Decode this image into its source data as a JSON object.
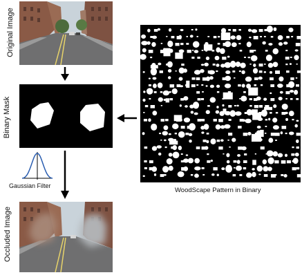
{
  "labels": {
    "original_image": "Original Image",
    "binary_mask": "Binary Mask",
    "occluded_image": "Occluded Image",
    "gaussian_filter": "Gaussian Filter",
    "woodscape_pattern": "WoodScape Pattern in Binary"
  },
  "colors": {
    "arrow": "#000000",
    "mask_bg": "#000000",
    "mask_fg": "#ffffff",
    "sky": "#c9d3da",
    "road": "#6f6f70",
    "brick": "#8a5a46"
  }
}
